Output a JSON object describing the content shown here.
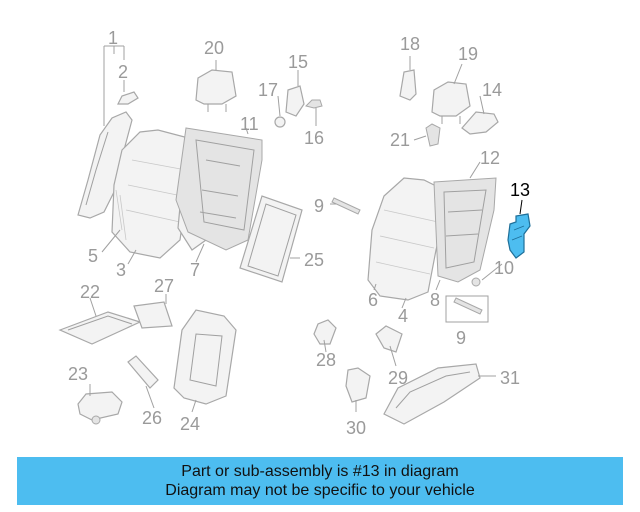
{
  "diagram": {
    "highlight_color": "#4dbdf0",
    "callouts": {
      "c1": "1",
      "c2": "2",
      "c3": "3",
      "c4": "4",
      "c5": "5",
      "c6": "6",
      "c7": "7",
      "c8": "8",
      "c9a": "9",
      "c9b": "9",
      "c10": "10",
      "c11": "11",
      "c12": "12",
      "c13": "13",
      "c14": "14",
      "c15": "15",
      "c16": "16",
      "c17": "17",
      "c18": "18",
      "c19": "19",
      "c20": "20",
      "c21": "21",
      "c22": "22",
      "c23": "23",
      "c24": "24",
      "c25": "25",
      "c26": "26",
      "c27": "27",
      "c28": "28",
      "c29": "29",
      "c30": "30",
      "c31": "31"
    }
  },
  "banner": {
    "line1": "Part or sub-assembly is #13 in diagram",
    "line2": "Diagram may not be specific to your vehicle",
    "color": "#4dbdf0"
  }
}
